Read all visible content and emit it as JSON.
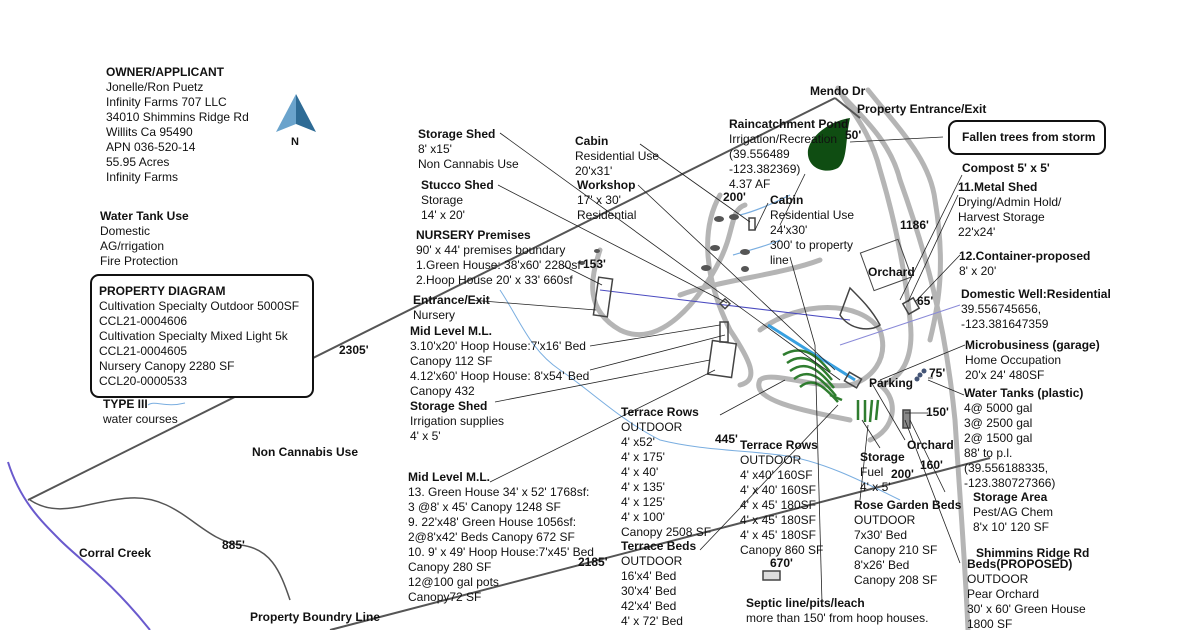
{
  "labels": {
    "owner": {
      "title": "OWNER/APPLICANT",
      "lines": [
        "Jonelle/Ron Puetz",
        "Infinity Farms 707 LLC",
        "34010 Shimmins Ridge Rd",
        "Willits Ca 95490",
        "APN 036-520-14",
        "55.95 Acres",
        "Infinity Farms"
      ]
    },
    "water_tank_use": {
      "title": "Water Tank Use",
      "lines": [
        "Domestic",
        "AG/rrigation",
        "Fire Protection"
      ]
    },
    "property_diagram": {
      "title": "PROPERTY DIAGRAM",
      "lines": [
        "Cultivation Specialty Outdoor 5000SF",
        "CCL21-0004606",
        "Cultivation Specialty Mixed Light 5k",
        "CCL21-0004605",
        "Nursery Canopy 2280 SF",
        "CCL20-0000533"
      ]
    },
    "type_iii": {
      "title": "TYPE III",
      "lines": [
        "water courses"
      ]
    },
    "non_cannabis_use": {
      "title": "Non Cannabis Use",
      "lines": []
    },
    "corral_creek": {
      "title": "Corral Creek",
      "lines": []
    },
    "property_boundary_line": {
      "title": "Property Boundry Line",
      "lines": []
    },
    "storage_shed_nc": {
      "title": "Storage Shed",
      "lines": [
        "8' x15'",
        "Non Cannabis Use"
      ]
    },
    "stucco_shed": {
      "title": "Stucco Shed",
      "lines": [
        "Storage",
        "14' x 20'"
      ]
    },
    "nursery_premises": {
      "title": "NURSERY Premises",
      "lines": [
        "90' x 44' premises boundary",
        "1.Green House: 38'x60' 2280sf",
        "2.Hoop House 20' x 33' 660sf"
      ]
    },
    "entrance_exit_nursery": {
      "title": "Entrance/Exit",
      "lines": [
        "Nursery"
      ]
    },
    "mid_level_ml_1": {
      "title": "Mid Level M.L.",
      "lines": [
        "3.10'x20' Hoop House:7'x16' Bed",
        "Canopy 112 SF",
        "4.12'x60' Hoop House: 8'x54' Bed",
        "Canopy 432"
      ]
    },
    "storage_shed_irrigation": {
      "title": "Storage Shed",
      "lines": [
        "Irrigation supplies",
        "4' x 5'"
      ]
    },
    "mid_level_ml_2": {
      "title": "Mid Level M.L.",
      "lines": [
        "13. Green House 34' x 52' 1768sf:",
        "3 @8' x 45' Canopy 1248 SF",
        "9. 22'x48' Green House 1056sf:",
        "2@8'x42' Beds Canopy 672 SF",
        "10. 9' x 49' Hoop House:7'x45' Bed",
        "Canopy 280 SF",
        "12@100 gal pots",
        "Canopy72 SF"
      ]
    },
    "cabin_1": {
      "title": "Cabin",
      "lines": [
        "Residential Use",
        "20'x31'"
      ]
    },
    "workshop": {
      "title": "Workshop",
      "lines": [
        "17' x 30'",
        "Residential"
      ]
    },
    "raincatchment_pond": {
      "title": "Raincatchment Pond",
      "lines": [
        "Irrigation/Recreation",
        "(39.556489",
        "-123.382369)",
        "4.37 AF"
      ]
    },
    "cabin_2": {
      "title": "Cabin",
      "lines": [
        "Residential Use",
        "24'x30'",
        "300' to property",
        "line"
      ]
    },
    "mendo_dr": {
      "title": "Mendo Dr",
      "lines": []
    },
    "property_entrance": {
      "title": "Property Entrance/Exit",
      "lines": []
    },
    "fallen_trees": {
      "title": "Fallen trees from storm",
      "lines": []
    },
    "compost": {
      "title": "Compost 5' x 5'",
      "lines": []
    },
    "metal_shed": {
      "title": "11.Metal Shed",
      "lines": [
        "Drying/Admin Hold/",
        "Harvest Storage",
        "22'x24'"
      ]
    },
    "container": {
      "title": "12.Container-proposed",
      "lines": [
        "8' x 20'"
      ]
    },
    "domestic_well": {
      "title": "Domestic Well:Residential",
      "lines": [
        "39.556745656,",
        "-123.381647359"
      ]
    },
    "orchard_north": {
      "title": "Orchard",
      "lines": []
    },
    "microbusiness": {
      "title": "Microbusiness (garage)",
      "lines": [
        "Home Occupation",
        "20'x 24' 480SF"
      ]
    },
    "parking": {
      "title": "Parking",
      "lines": []
    },
    "water_tanks": {
      "title": "Water Tanks (plastic)",
      "lines": [
        "4@ 5000 gal",
        "3@ 2500 gal",
        "2@ 1500 gal",
        "88' to p.l.",
        "(39.556188335,",
        "-123.380727366)"
      ]
    },
    "storage_area": {
      "title": "Storage Area",
      "lines": [
        "Pest/AG Chem",
        "8'x 10' 120 SF"
      ]
    },
    "shimmins_ridge_rd": {
      "title": "Shimmins Ridge Rd",
      "lines": []
    },
    "beds_proposed": {
      "title": "Beds(PROPOSED)",
      "lines": [
        "OUTDOOR",
        "Pear Orchard",
        "30' x 60' Green House",
        "1800 SF"
      ]
    },
    "terrace_rows_1": {
      "title": "Terrace Rows",
      "lines": [
        "OUTDOOR",
        "4' x52'",
        "4' x 175'",
        "4' x 40'",
        "4' x 135'",
        "4' x 125'",
        "4' x 100'",
        "Canopy 2508 SF"
      ]
    },
    "terrace_beds": {
      "title": "Terrace Beds",
      "lines": [
        "OUTDOOR",
        "16'x4' Bed",
        "30'x4' Bed",
        "42'x4' Bed",
        "4' x 72' Bed"
      ]
    },
    "terrace_rows_2": {
      "title": "Terrace Rows",
      "lines": [
        "OUTDOOR",
        "4' x40' 160SF",
        "4' x 40' 160SF",
        "4' x 45' 180SF",
        "4' x 45' 180SF",
        "4' x 45' 180SF",
        "Canopy 860 SF"
      ]
    },
    "storage_fuel": {
      "title": "Storage",
      "lines": [
        "Fuel",
        "4' x 5'"
      ]
    },
    "orchard_south": {
      "title": "Orchard",
      "lines": []
    },
    "rose_garden_beds": {
      "title": "Rose Garden Beds",
      "lines": [
        "OUTDOOR",
        "7x30' Bed",
        "Canopy 210 SF",
        "8'x26' Bed",
        "Canopy 208 SF"
      ]
    },
    "septic": {
      "title": "Septic line/pits/leach",
      "lines": [
        "more than 150' from hoop houses."
      ]
    }
  },
  "distances": {
    "d2305": "2305'",
    "d885": "885'",
    "d2185": "2185'",
    "d445": "445'",
    "d670": "670'",
    "d153": "153'",
    "d200a": "200'",
    "d50": "50'",
    "d1186": "1186'",
    "d65": "65'",
    "d75": "75'",
    "d150": "150'",
    "d160": "160'",
    "d200b": "200'"
  },
  "compass": {
    "label": "N",
    "icon": "north-arrow-icon"
  },
  "colors": {
    "pond": "#0f4d12",
    "road": "#b5b5b5",
    "creek": "#6a8fd0",
    "canopy": "#2f7d2f",
    "boundary": "#555555",
    "water_line": "#7aaee0"
  }
}
